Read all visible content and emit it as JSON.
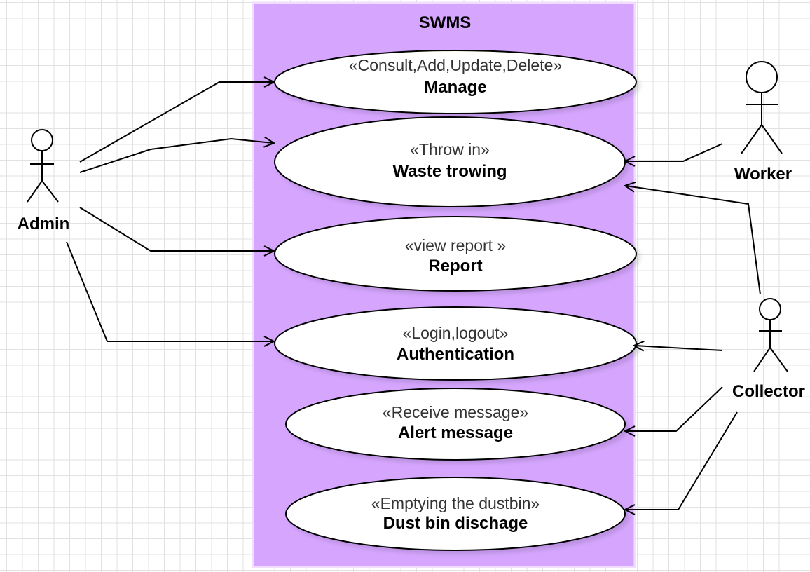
{
  "colors": {
    "system_fill": "#d6a6ff",
    "system_border": "#f0ddff",
    "usecase_fill": "#ffffff",
    "line": "#000000",
    "grid": "#e2e2e2"
  },
  "system": {
    "title": "SWMS"
  },
  "use_cases": [
    {
      "id": "manage",
      "stereotype": "«Consult,Add,Update,Delete»",
      "name": "Manage"
    },
    {
      "id": "waste-throwing",
      "stereotype": "«Throw in»",
      "name": "Waste trowing"
    },
    {
      "id": "report",
      "stereotype": "«view report »",
      "name": "Report"
    },
    {
      "id": "authentication",
      "stereotype": "«Login,logout»",
      "name": "Authentication"
    },
    {
      "id": "alert-message",
      "stereotype": "«Receive message»",
      "name": "Alert message"
    },
    {
      "id": "dust-bin-discharge",
      "stereotype": "«Emptying the dustbin»",
      "name": "Dust bin dischage"
    }
  ],
  "actors": [
    {
      "id": "admin",
      "label": "Admin"
    },
    {
      "id": "worker",
      "label": "Worker"
    },
    {
      "id": "collector",
      "label": "Collector"
    }
  ],
  "associations": [
    {
      "from": "admin",
      "to": "manage"
    },
    {
      "from": "admin",
      "to": "waste-throwing"
    },
    {
      "from": "admin",
      "to": "report"
    },
    {
      "from": "admin",
      "to": "authentication"
    },
    {
      "from": "worker",
      "to": "waste-throwing"
    },
    {
      "from": "collector",
      "to": "waste-throwing"
    },
    {
      "from": "collector",
      "to": "authentication"
    },
    {
      "from": "collector",
      "to": "alert-message"
    },
    {
      "from": "collector",
      "to": "dust-bin-discharge"
    }
  ]
}
